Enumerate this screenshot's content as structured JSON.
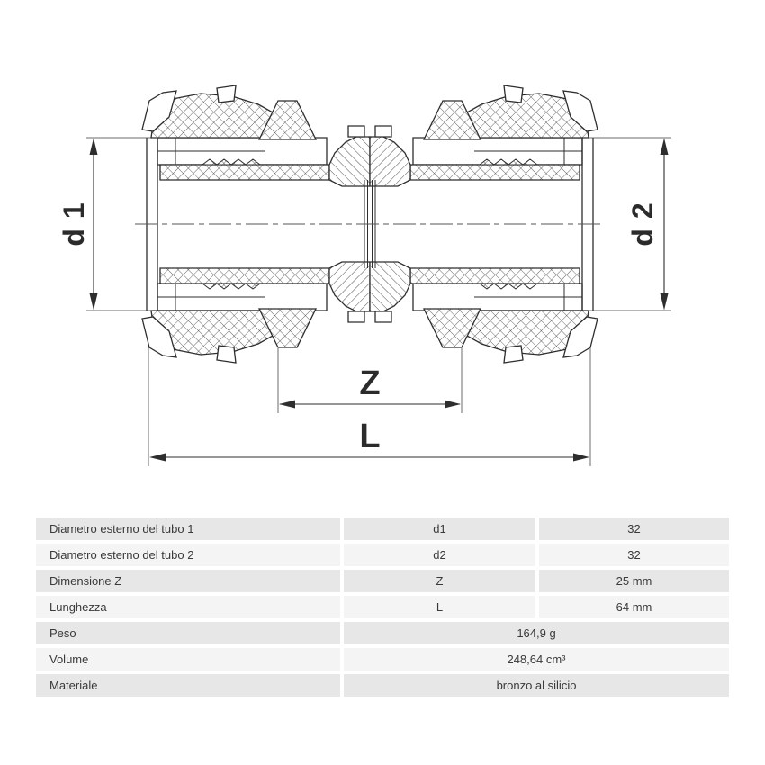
{
  "drawing": {
    "labels": {
      "d1": "d 1",
      "d2": "d 2",
      "z": "Z",
      "l": "L"
    }
  },
  "table": {
    "rows": [
      {
        "label": "Diametro esterno del tubo 1",
        "symbol": "d1",
        "value": "32"
      },
      {
        "label": "Diametro esterno del tubo 2",
        "symbol": "d2",
        "value": "32"
      },
      {
        "label": "Dimensione Z",
        "symbol": "Z",
        "value": "25 mm"
      },
      {
        "label": "Lunghezza",
        "symbol": "L",
        "value": "64 mm"
      },
      {
        "label": "Peso",
        "value": "164,9 g"
      },
      {
        "label": "Volume",
        "value": "248,64 cm³"
      },
      {
        "label": "Materiale",
        "value": "bronzo al silicio"
      }
    ]
  },
  "colors": {
    "row_dark": "#e7e7e7",
    "row_light": "#f4f4f4",
    "drawing_line": "#2e2e2e",
    "extension_line": "#6b6b6b",
    "text": "#3a3a3a"
  }
}
